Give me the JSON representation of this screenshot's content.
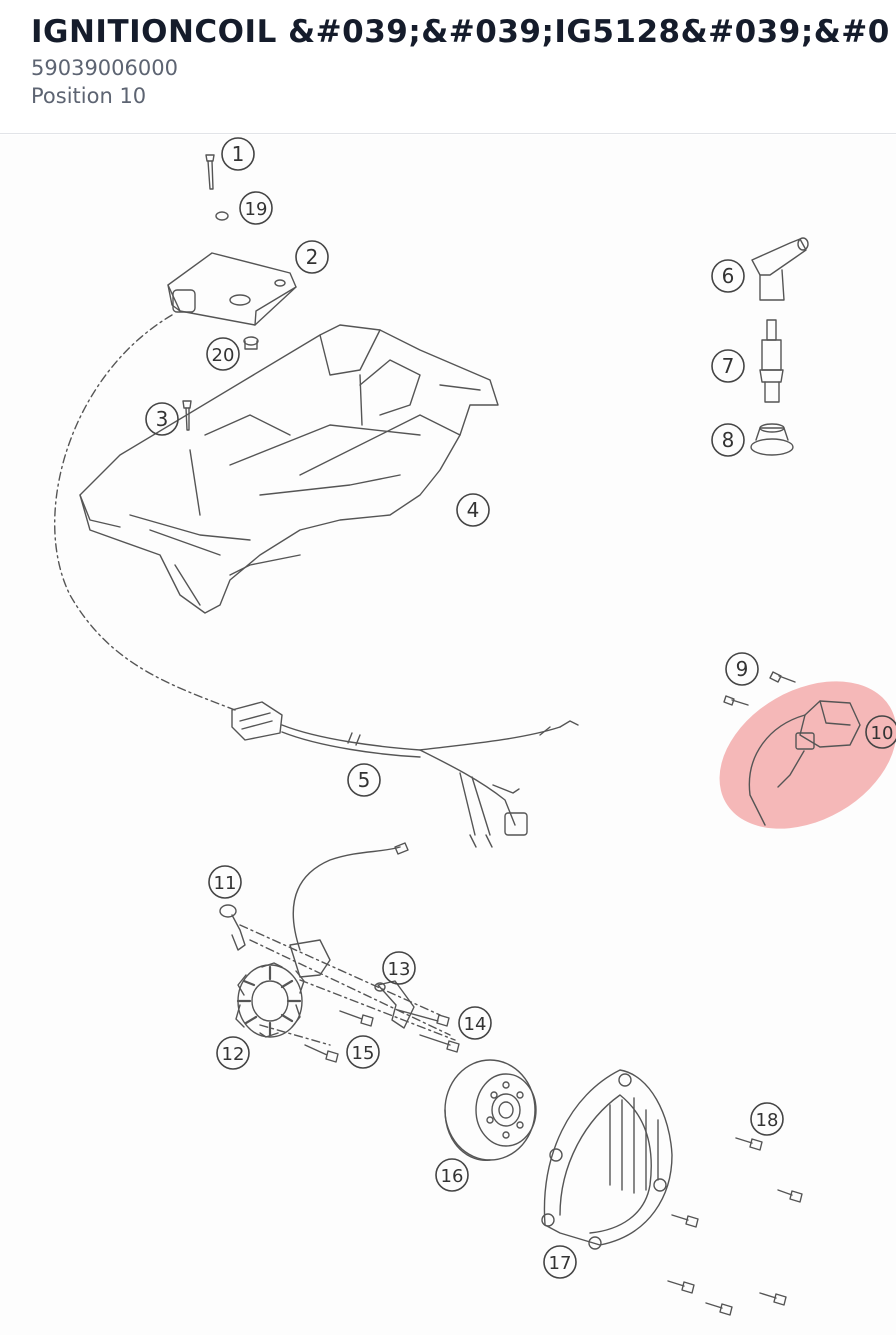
{
  "header": {
    "title": "IGNITIONCOIL &#039;&#039;IG5128&#039;&#03",
    "part_number": "59039006000",
    "position": "Position 10"
  },
  "diagram": {
    "highlight_color": "#f08a8a",
    "line_color": "#555555",
    "callouts": [
      {
        "label": "1"
      },
      {
        "label": "19"
      },
      {
        "label": "2"
      },
      {
        "label": "20"
      },
      {
        "label": "3"
      },
      {
        "label": "4"
      },
      {
        "label": "6"
      },
      {
        "label": "7"
      },
      {
        "label": "8"
      },
      {
        "label": "9"
      },
      {
        "label": "10"
      },
      {
        "label": "5"
      },
      {
        "label": "11"
      },
      {
        "label": "13"
      },
      {
        "label": "14"
      },
      {
        "label": "12"
      },
      {
        "label": "15"
      },
      {
        "label": "16"
      },
      {
        "label": "18"
      },
      {
        "label": "17"
      }
    ]
  }
}
